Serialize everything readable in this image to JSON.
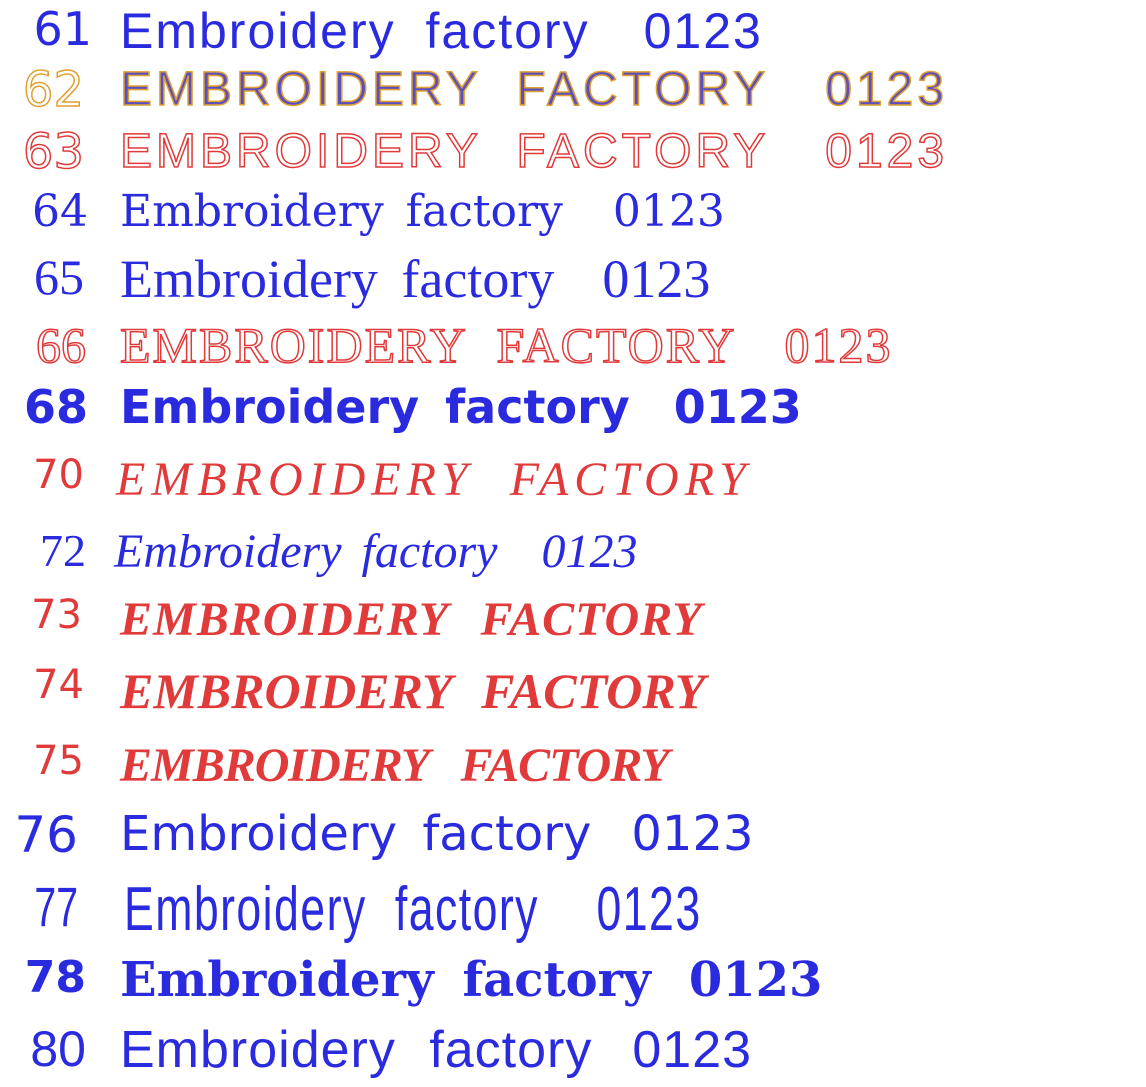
{
  "rows": [
    {
      "num": "61",
      "text": "Embroidery  factory",
      "digits": "0123"
    },
    {
      "num": "62",
      "text": "EMBROIDERY  FACTORY",
      "digits": "0123"
    },
    {
      "num": "63",
      "text": "EMBROIDERY  FACTORY",
      "digits": "0123"
    },
    {
      "num": "64",
      "text": "Embroidery  factory",
      "digits": "0123"
    },
    {
      "num": "65",
      "text": "Embroidery  factory",
      "digits": "0123"
    },
    {
      "num": "66",
      "text": "EMBROIDERY  FACTORY",
      "digits": "0123"
    },
    {
      "num": "68",
      "text": "Embroidery  factory",
      "digits": "0123"
    },
    {
      "num": "70",
      "text": "EMBROIDERY  FACTORY",
      "digits": ""
    },
    {
      "num": "72",
      "text": "Embroidery  factory",
      "digits": "0123"
    },
    {
      "num": "73",
      "text": "EMBROIDERY  FACTORY",
      "digits": ""
    },
    {
      "num": "74",
      "text": "EMBROIDERY  FACTORY",
      "digits": ""
    },
    {
      "num": "75",
      "text": "EMBROIDERY  FACTORY",
      "digits": ""
    },
    {
      "num": "76",
      "text": "Embroidery  factory",
      "digits": "0123"
    },
    {
      "num": "77",
      "text": "Embroidery  factory",
      "digits": "0123"
    },
    {
      "num": "78",
      "text": "Embroidery  factory",
      "digits": "0123"
    },
    {
      "num": "80",
      "text": "Embroidery  factory",
      "digits": "0123"
    }
  ],
  "colors": {
    "blue": "#2a2adf",
    "red": "#e03a3a",
    "gold_outline": "#e0a030"
  }
}
